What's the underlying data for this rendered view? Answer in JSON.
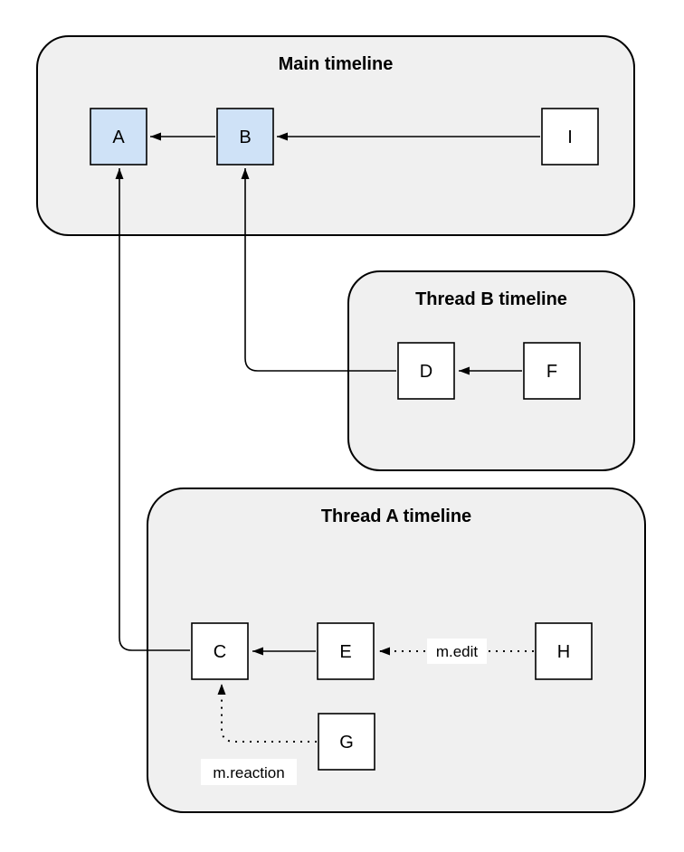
{
  "diagram": {
    "colors": {
      "page_bg": "#ffffff",
      "container_fill": "#f0f0f0",
      "container_border": "#000000",
      "node_fill": "#ffffff",
      "node_highlight_fill": "#cfe2f7",
      "node_border": "#000000",
      "edge_color": "#000000",
      "label_bg": "#ffffff",
      "text_color": "#000000"
    },
    "containers": [
      {
        "id": "main-timeline",
        "title": "Main timeline"
      },
      {
        "id": "thread-b-timeline",
        "title": "Thread B timeline"
      },
      {
        "id": "thread-a-timeline",
        "title": "Thread A timeline"
      }
    ],
    "nodes": [
      {
        "id": "A",
        "label": "A",
        "container": "main-timeline",
        "highlighted": true
      },
      {
        "id": "B",
        "label": "B",
        "container": "main-timeline",
        "highlighted": true
      },
      {
        "id": "I",
        "label": "I",
        "container": "main-timeline",
        "highlighted": false
      },
      {
        "id": "D",
        "label": "D",
        "container": "thread-b-timeline",
        "highlighted": false
      },
      {
        "id": "F",
        "label": "F",
        "container": "thread-b-timeline",
        "highlighted": false
      },
      {
        "id": "C",
        "label": "C",
        "container": "thread-a-timeline",
        "highlighted": false
      },
      {
        "id": "E",
        "label": "E",
        "container": "thread-a-timeline",
        "highlighted": false
      },
      {
        "id": "H",
        "label": "H",
        "container": "thread-a-timeline",
        "highlighted": false
      },
      {
        "id": "G",
        "label": "G",
        "container": "thread-a-timeline",
        "highlighted": false
      }
    ],
    "edges": [
      {
        "from": "B",
        "to": "A",
        "style": "solid",
        "label": ""
      },
      {
        "from": "I",
        "to": "B",
        "style": "solid",
        "label": ""
      },
      {
        "from": "F",
        "to": "D",
        "style": "solid",
        "label": ""
      },
      {
        "from": "D",
        "to": "B",
        "style": "solid",
        "label": ""
      },
      {
        "from": "C",
        "to": "A",
        "style": "solid",
        "label": ""
      },
      {
        "from": "E",
        "to": "C",
        "style": "solid",
        "label": ""
      },
      {
        "from": "H",
        "to": "E",
        "style": "dotted",
        "label": "m.edit"
      },
      {
        "from": "G",
        "to": "C",
        "style": "dotted",
        "label": "m.reaction"
      }
    ]
  }
}
